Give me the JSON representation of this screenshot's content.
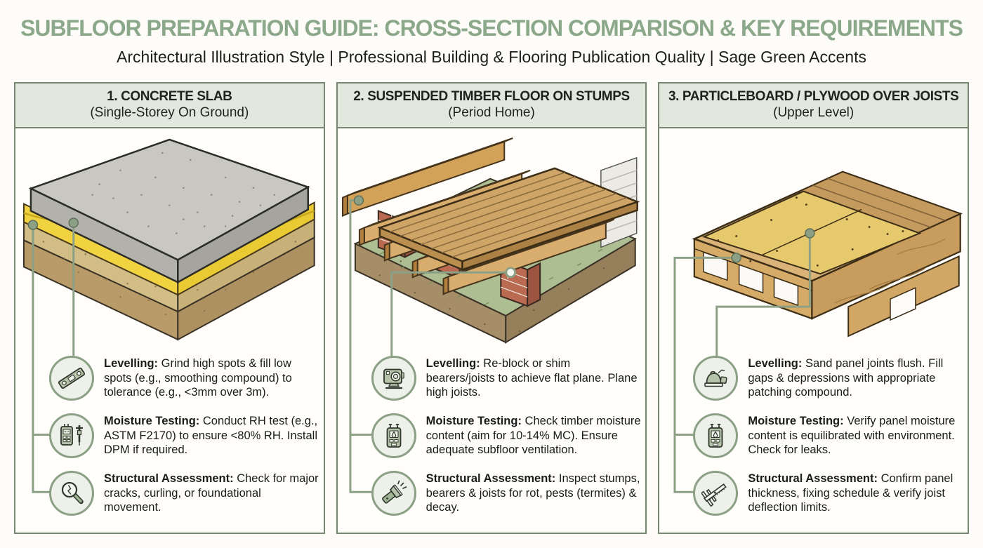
{
  "page": {
    "title": "SUBFLOOR PREPARATION GUIDE: CROSS-SECTION COMPARISON & KEY REQUIREMENTS",
    "subtitle": "Architectural Illustration Style | Professional Building & Flooring Publication Quality | Sage Green Accents"
  },
  "colors": {
    "accent_sage": "#8CA88A",
    "panel_border": "#76886F",
    "panel_header_bg": "#E2E8DD",
    "leader_line": "#8BA085",
    "text": "#1B1B1B",
    "background": "#FDFCF8",
    "concrete_gray": "#C9C7C1",
    "dpm_yellow": "#F1D342",
    "soil_tan": "#C8B179",
    "timber_wood": "#CFA567",
    "brick_red": "#B96A50",
    "grass_green": "#ADBE93",
    "particleboard_yellow": "#E7C96D"
  },
  "panels": [
    {
      "title": "1. CONCRETE SLAB",
      "subtitle": "(Single-Storey On Ground)",
      "illustration": "concrete-slab-cross-section",
      "items": [
        {
          "icon": "spirit-level-icon",
          "label": "Levelling:",
          "text": "Grind high spots & fill low spots (e.g., smoothing compound) to tolerance (e.g., <3mm over 3m)."
        },
        {
          "icon": "moisture-meter-probe-icon",
          "label": "Moisture Testing:",
          "text": "Conduct RH test (e.g., ASTM F2170) to ensure <80% RH. Install DPM if required."
        },
        {
          "icon": "magnifier-crack-icon",
          "label": "Structural Assessment:",
          "text": "Check for major cracks, curling, or foundational movement."
        }
      ]
    },
    {
      "title": "2. SUSPENDED TIMBER FLOOR ON STUMPS",
      "subtitle": "(Period Home)",
      "illustration": "timber-floor-on-brick-stumps",
      "items": [
        {
          "icon": "laser-level-icon",
          "label": "Levelling:",
          "text": "Re-block or shim bearers/joists to achieve flat plane. Plane high joists."
        },
        {
          "icon": "moisture-meter-icon",
          "label": "Moisture Testing:",
          "text": "Check timber moisture content (aim for 10-14% MC). Ensure adequate subfloor ventilation."
        },
        {
          "icon": "flashlight-icon",
          "label": "Structural Assessment:",
          "text": "Inspect stumps, bearers & joists for rot, pests (termites) & decay."
        }
      ]
    },
    {
      "title": "3. PARTICLEBOARD / PLYWOOD OVER JOISTS",
      "subtitle": "(Upper Level)",
      "illustration": "particleboard-over-joists",
      "items": [
        {
          "icon": "orbital-sander-icon",
          "label": "Levelling:",
          "text": "Sand panel joints flush. Fill gaps & depressions with appropriate patching compound."
        },
        {
          "icon": "moisture-meter-icon",
          "label": "Moisture Testing:",
          "text": "Verify panel moisture content is equilibrated with environment. Check for leaks."
        },
        {
          "icon": "caliper-icon",
          "label": "Structural Assessment:",
          "text": "Confirm panel thickness, fixing schedule & verify joist deflection limits."
        }
      ]
    }
  ]
}
